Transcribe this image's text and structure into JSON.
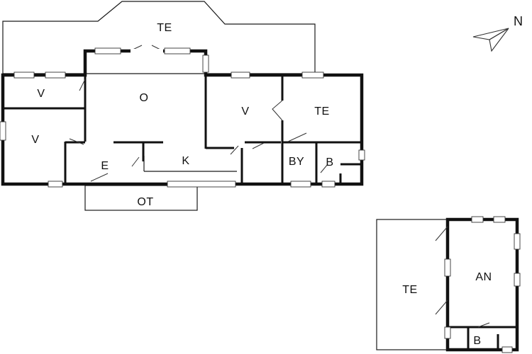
{
  "rooms": {
    "terrace_top": "TE",
    "bedroom_top_left": "V",
    "bedroom_left": "V",
    "living_room": "O",
    "bedroom_middle": "V",
    "terrace_right": "TE",
    "entrance": "E",
    "kitchen": "K",
    "utility": "BY",
    "bathroom": "B",
    "porch": "OT"
  },
  "annex": {
    "terrace": "TE",
    "annex_room": "AN",
    "bathroom": "B"
  },
  "compass": {
    "label": "N",
    "icon": "north-arrow-icon"
  }
}
